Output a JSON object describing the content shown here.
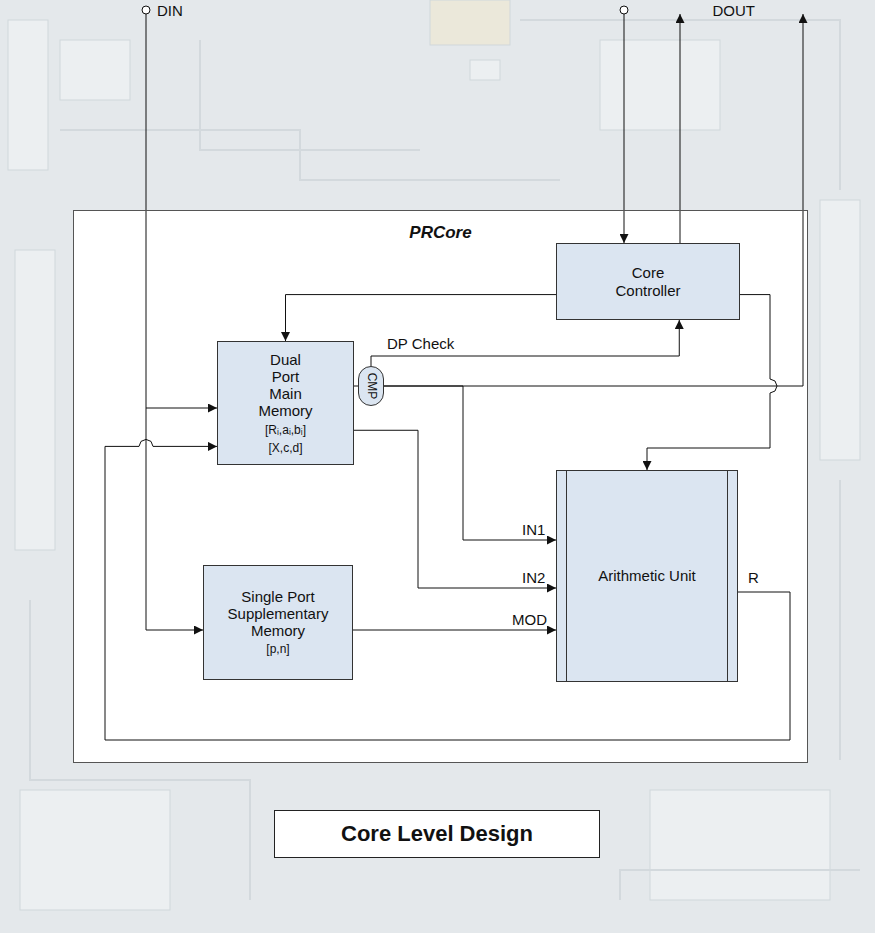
{
  "diagram": {
    "nodes": [
      {
        "text": [
          "PRCore"
        ]
      },
      {
        "text": [
          "Core Controller"
        ],
        "in": 0
      },
      {
        "text": [
          "Dual Port Main Memory",
          "[Rᵢ,aᵢ,bᵢ]",
          "[X,c,d]"
        ],
        "in": 0
      },
      {
        "text": [
          "CMP"
        ],
        "in": 0
      },
      {
        "text": [
          "Arithmetic Unit"
        ],
        "in": 0
      },
      {
        "text": [
          "Single Port Supplementary Memory",
          "[p,n]"
        ],
        "in": 0
      },
      {
        "text": [
          "Core Level Design"
        ]
      }
    ],
    "edges": [
      {
        "from": 1,
        "to": 2,
        "arrow": "to"
      },
      {
        "from": 2,
        "to": 3,
        "arrow": "none"
      },
      {
        "from": 3,
        "to": 1,
        "label": "DP Check",
        "arrow": "to"
      },
      {
        "from": 3,
        "to": 4,
        "arrow": "to"
      },
      {
        "from": 2,
        "to": 4,
        "arrow": "to"
      },
      {
        "from": 5,
        "to": 4,
        "arrow": "to"
      },
      {
        "from": 4,
        "to": 2,
        "arrow": "to"
      },
      {
        "from": 1,
        "to": 4,
        "arrow": "to"
      }
    ],
    "labels": [
      "DIN",
      "DOUT",
      "IN1",
      "IN2",
      "MOD",
      "R"
    ]
  }
}
